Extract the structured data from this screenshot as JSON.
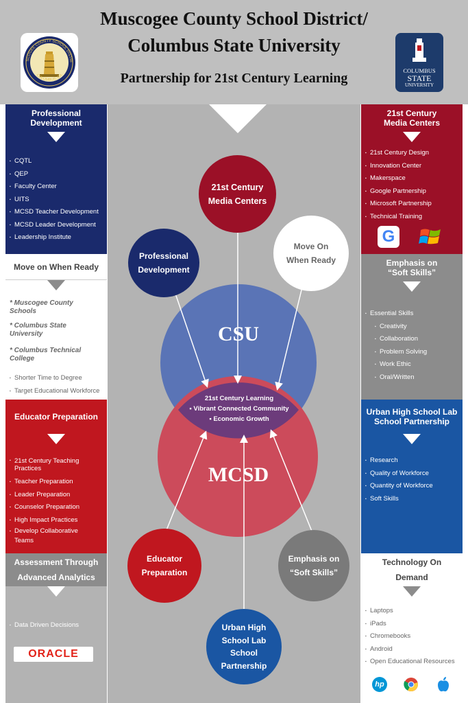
{
  "header": {
    "title_line1": "Muscogee County School District/",
    "title_line2": "Columbus State University",
    "subtitle": "Partnership for 21st Century Learning",
    "left_logo_text_top": "MUSCOGEE COUNTY SCHOOL DISTRICT",
    "left_logo_text_bottom": "COLUMBUS, GA",
    "right_logo_line1": "COLUMBUS",
    "right_logo_line2": "STATE",
    "right_logo_line3": "UNIVERSITY"
  },
  "left": {
    "pd_title": "Professional Development",
    "pd_items": [
      "CQTL",
      "QEP",
      "Faculty Center",
      "UITS",
      "MCSD Teacher Development",
      "MCSD Leader Development",
      "Leadership Institute"
    ],
    "mowr_title": "Move on When Ready",
    "mowr_starred": [
      "* Muscogee County Schools",
      "* Columbus State University",
      "* Columbus Technical College"
    ],
    "mowr_items": [
      "Shorter Time to Degree",
      "Target Educational Workforce"
    ],
    "ep_title": "Educator Preparation",
    "ep_items": [
      "21st Century Teaching Practices",
      "Teacher Preparation",
      "Leader Preparation",
      "Counselor Preparation",
      "High Impact Practices",
      "Develop Collaborative Teams"
    ],
    "aa_title_1": "Assessment Through",
    "aa_title_2": "Advanced Analytics",
    "aa_items": [
      "Data Driven Decisions"
    ],
    "oracle": "ORACLE"
  },
  "right": {
    "mc_title": "21st Century Media Centers",
    "mc_items": [
      "21st Century Design",
      "Innovation Center",
      "Makerspace",
      "Google Partnership",
      "Microsoft Partnership",
      "Technical Training"
    ],
    "ss_title_1": "Emphasis on",
    "ss_title_2": "“Soft Skills”",
    "ss_top": "Essential Skills",
    "ss_items": [
      "Creativity",
      "Collaboration",
      "Problem Solving",
      "Work Ethic",
      "Oral/Written"
    ],
    "uh_title": "Urban High School Lab School Partnership",
    "uh_items": [
      "Research",
      "Quality of Workforce",
      "Quantity of Workforce",
      "Soft Skills"
    ],
    "td_title_1": "Technology On",
    "td_title_2": "Demand",
    "td_items": [
      "Laptops",
      "iPads",
      "Chromebooks",
      "Android",
      "Open Educational Resources"
    ],
    "hp": "hp"
  },
  "center": {
    "media": [
      "21st Century",
      "Media Centers"
    ],
    "pd": [
      "Professional",
      "Development"
    ],
    "mowr": [
      "Move On",
      "When Ready"
    ],
    "csu": "CSU",
    "mcsd": "MCSD",
    "overlap": [
      "21st Century Learning",
      "▪ Vibrant Connected Community",
      "▪ Economic Growth"
    ],
    "ep": [
      "Educator",
      "Preparation"
    ],
    "ss": [
      "Emphasis on",
      "“Soft Skills”"
    ],
    "uh": [
      "Urban High",
      "School Lab",
      "School",
      "Partnership"
    ]
  },
  "colors": {
    "navy": "#1a2a6c",
    "maroon": "#9b1027",
    "red": "#c0171f",
    "blue": "#1a56a3",
    "gray": "#8c8c8c",
    "csu_blue": "#5a74b6",
    "mcsd_red": "#cc4b5b",
    "overlap_purple": "#6c3b7b"
  }
}
